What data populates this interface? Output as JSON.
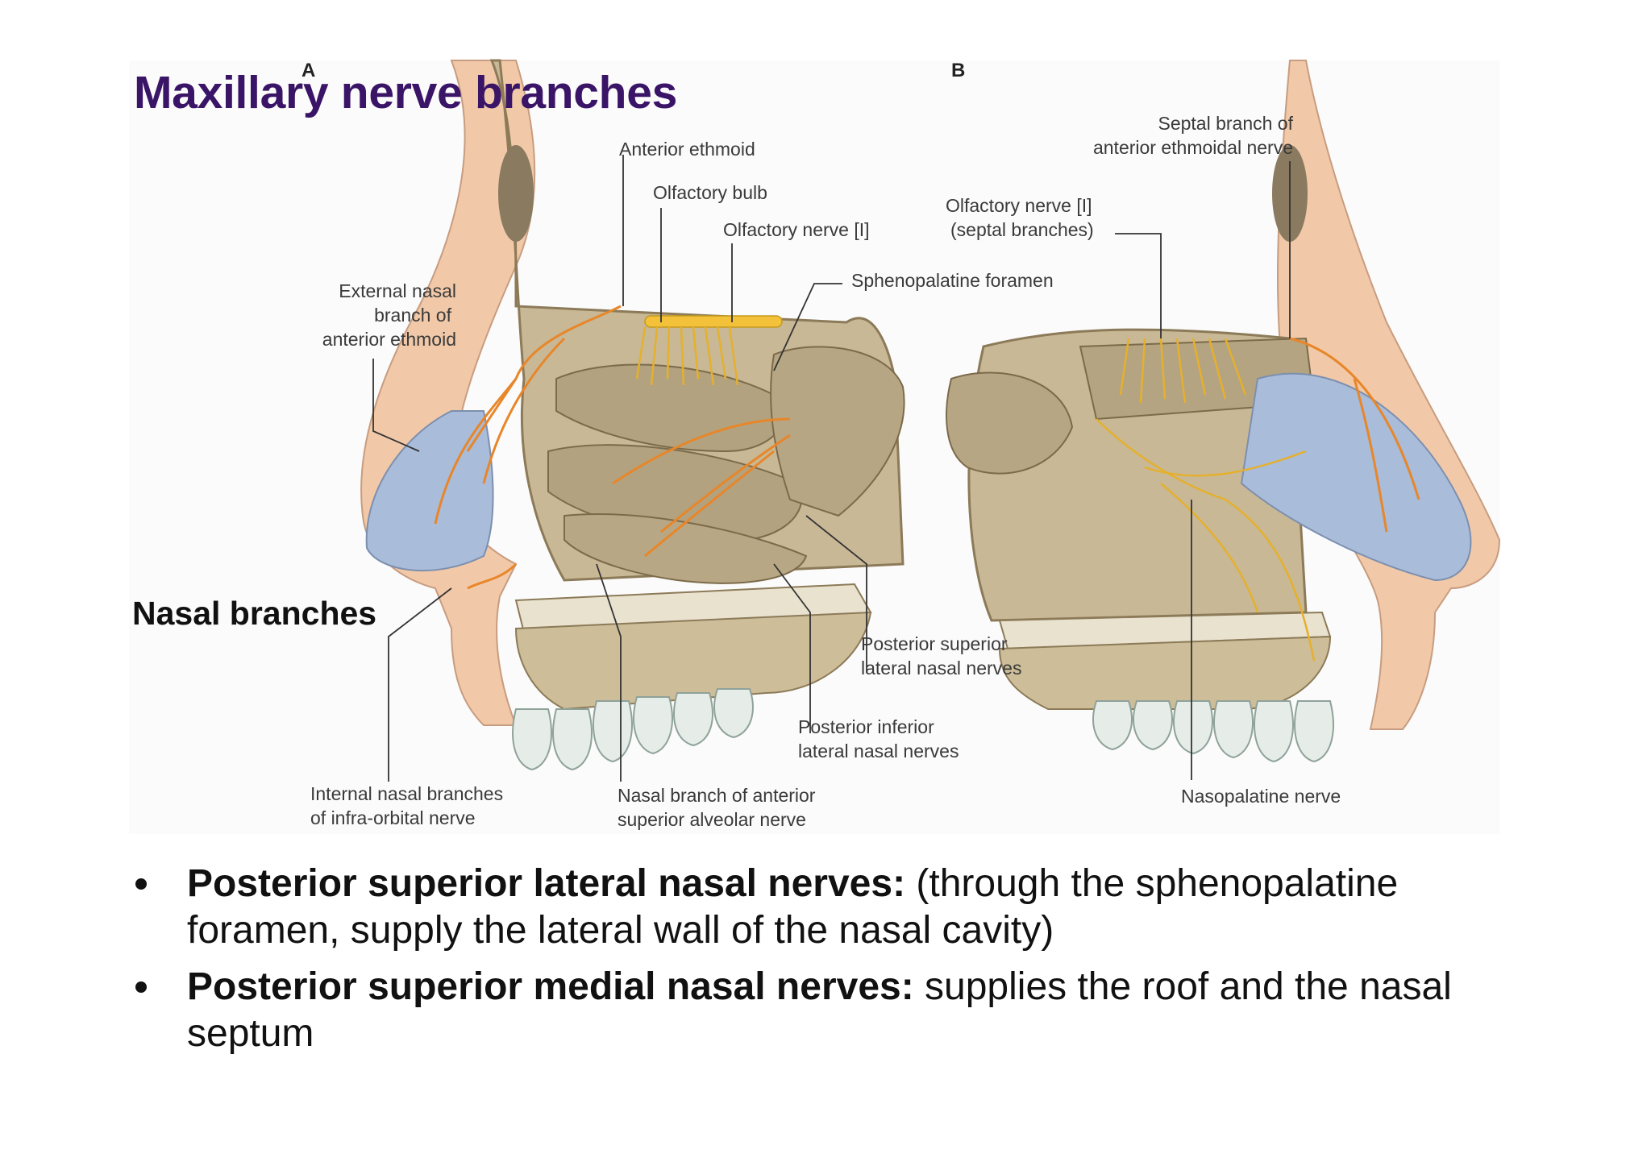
{
  "slide": {
    "title": "Maxillary nerve branches",
    "callout": "Nasal branches"
  },
  "figure": {
    "panel_a": "A",
    "panel_b": "B",
    "labels": {
      "anterior_ethmoid": "Anterior ethmoid",
      "olfactory_bulb": "Olfactory bulb",
      "olfactory_nerve": "Olfactory nerve [I]",
      "external_nasal_1": "External nasal",
      "external_nasal_2": "branch of",
      "external_nasal_3": "anterior ethmoid",
      "sphenopalatine_foramen": "Sphenopalatine foramen",
      "olfactory_septal_1": "Olfactory nerve [I]",
      "olfactory_septal_2": "(septal branches)",
      "septal_branch_1": "Septal branch of",
      "septal_branch_2": "anterior ethmoidal nerve",
      "post_sup_lat_1": "Posterior superior",
      "post_sup_lat_2": "lateral nasal nerves",
      "post_inf_lat_1": "Posterior inferior",
      "post_inf_lat_2": "lateral nasal nerves",
      "internal_nasal_1": "Internal nasal branches",
      "internal_nasal_2": "of infra-orbital nerve",
      "nasal_branch_asa_1": "Nasal branch of anterior",
      "nasal_branch_asa_2": "superior alveolar nerve",
      "nasopalatine": "Nasopalatine nerve"
    }
  },
  "bullets": [
    {
      "bold": "Posterior superior lateral nasal nerves:",
      "text": " (through the sphenopalatine foramen, supply the lateral wall of the nasal cavity)"
    },
    {
      "bold": "Posterior superior medial nasal nerves:",
      "text": " supplies the roof and the nasal septum"
    }
  ],
  "colors": {
    "title": "#3a1467",
    "skin": "#f2c9a8",
    "bone": "#c8b896",
    "cartilage": "#a9bcd9",
    "nerve_orange": "#e8862a",
    "nerve_yellow": "#f3c23a"
  }
}
